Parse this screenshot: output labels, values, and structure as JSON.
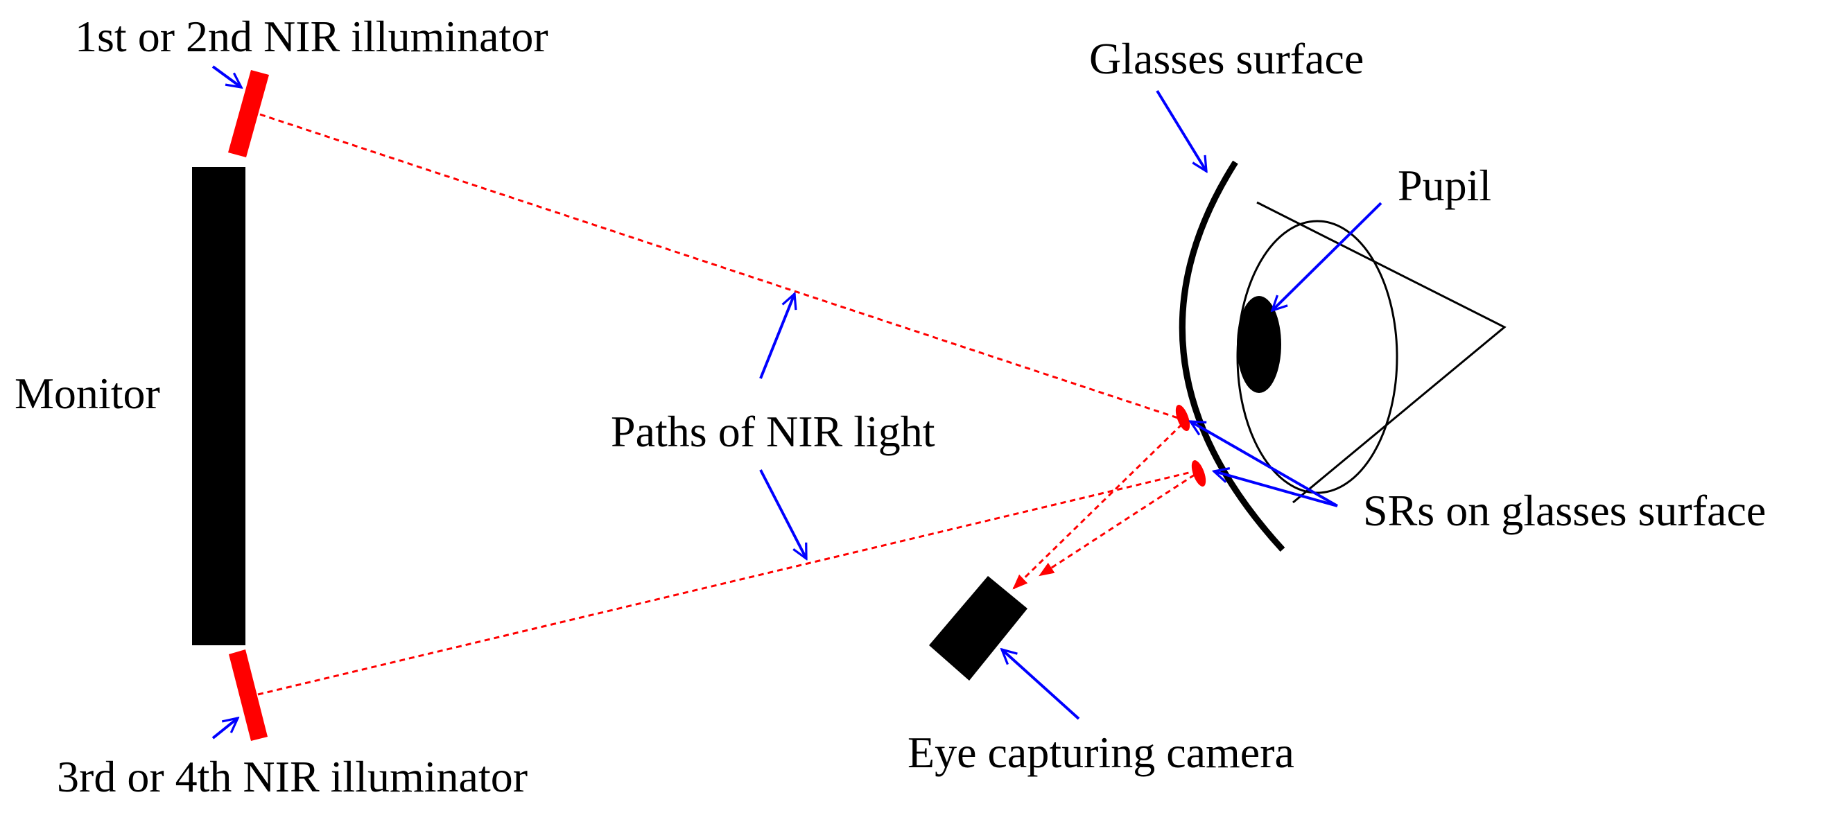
{
  "labels": {
    "illum_top": "1st or 2nd NIR illuminator",
    "illum_bottom": "3rd or 4th NIR illuminator",
    "monitor": "Monitor",
    "paths": "Paths of NIR light",
    "glasses": "Glasses surface",
    "pupil": "Pupil",
    "srs": "SRs on glasses surface",
    "camera": "Eye capturing camera"
  },
  "colors": {
    "illuminator": "#ff0000",
    "light_path": "#ff0000",
    "pointer_arrow": "#0000ff",
    "object": "#000000",
    "background": "#ffffff"
  }
}
